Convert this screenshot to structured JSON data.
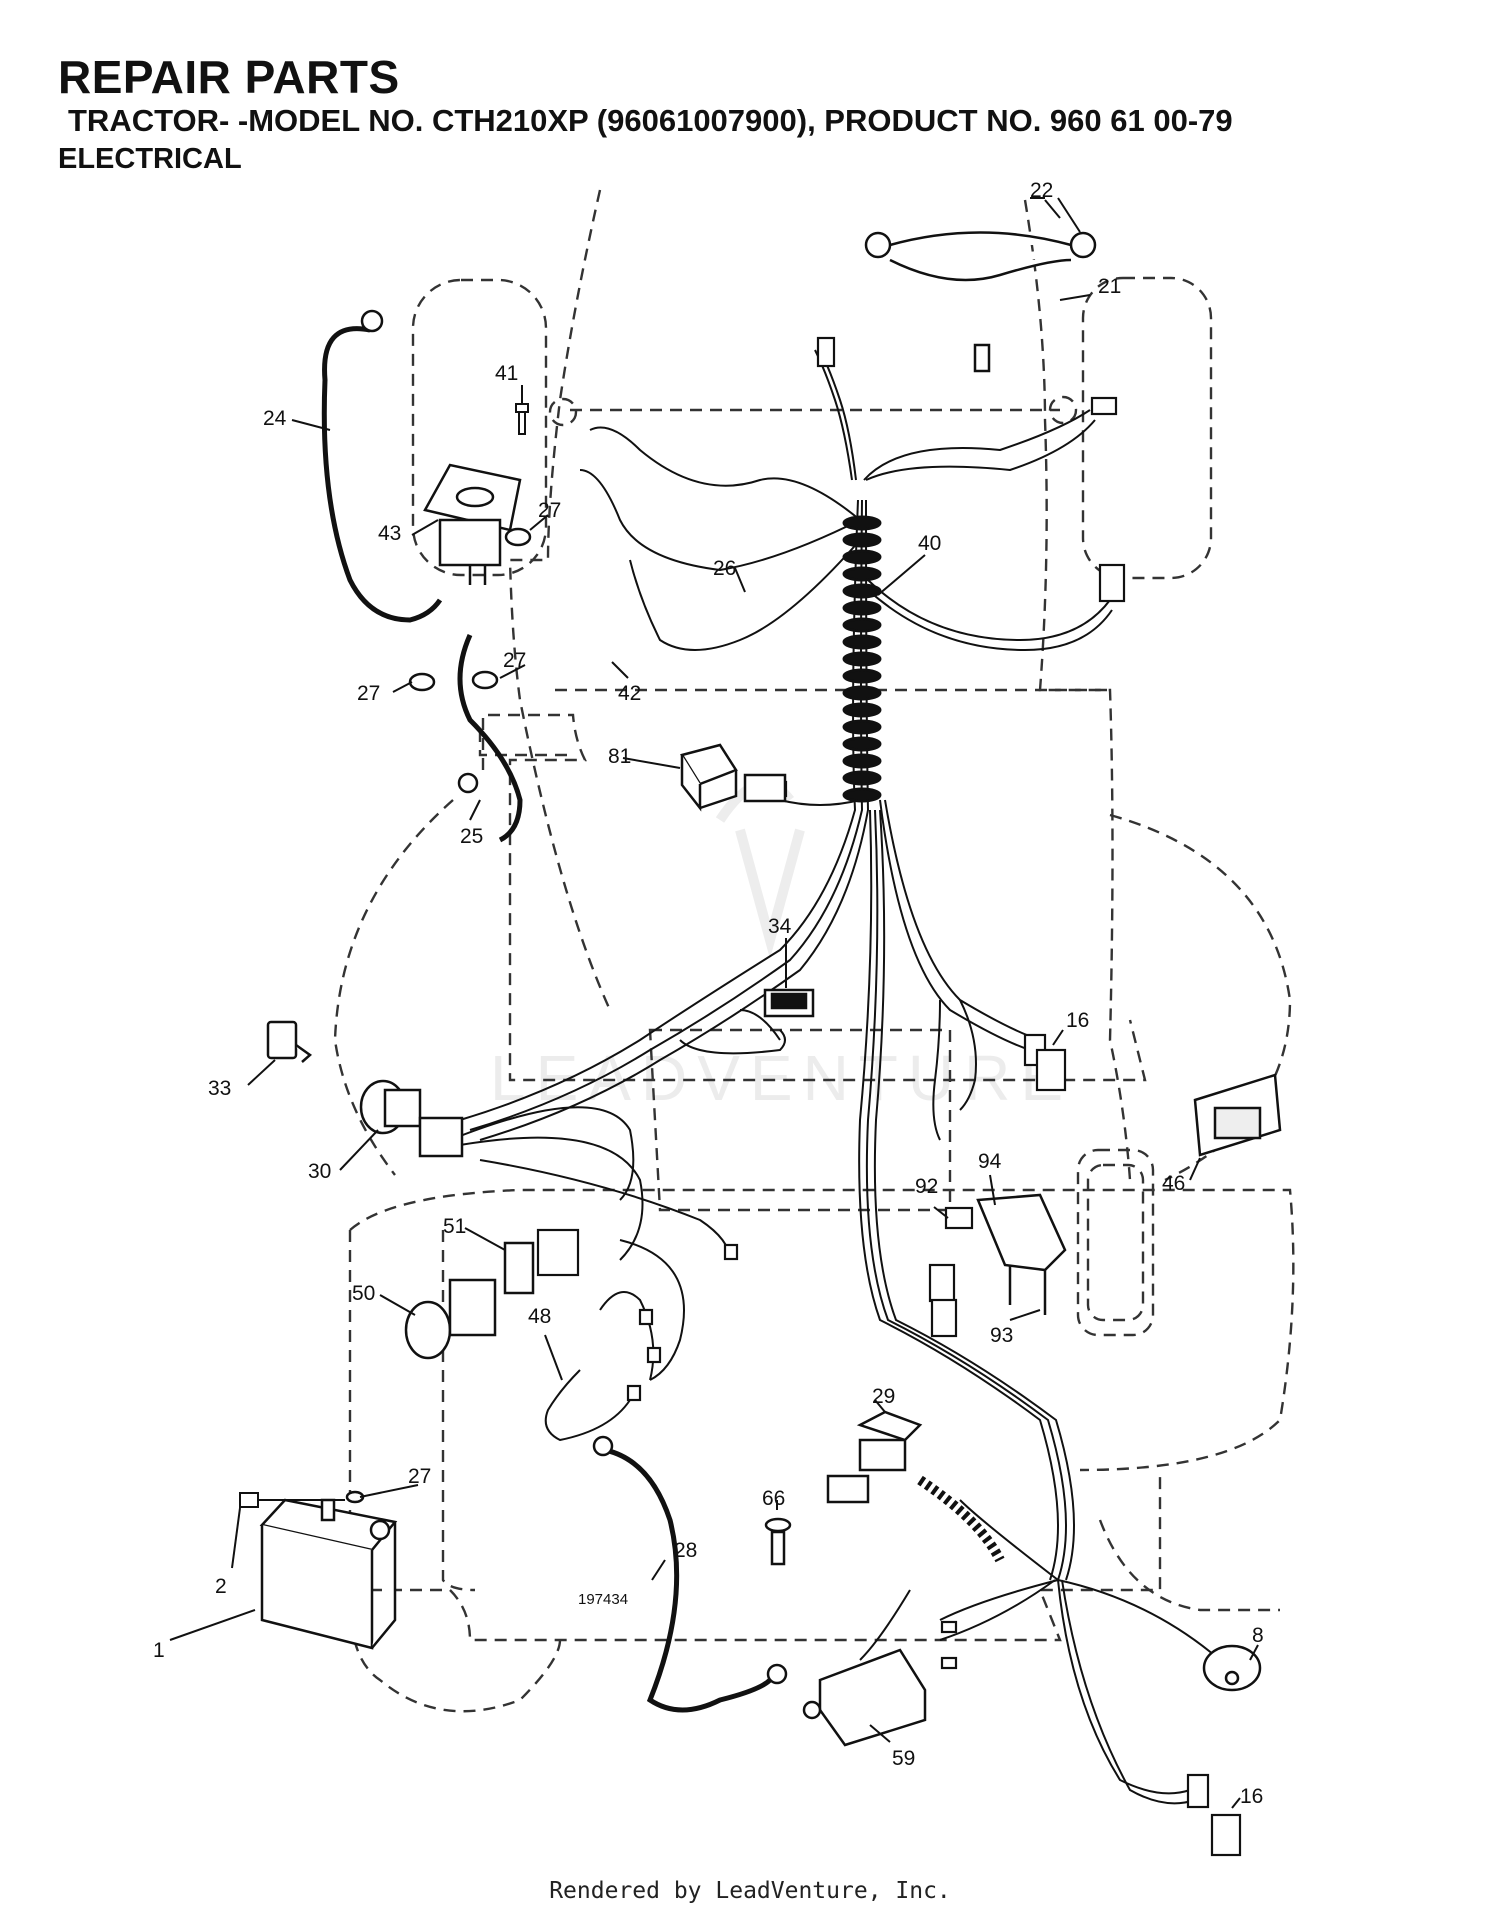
{
  "header": {
    "title": "REPAIR PARTS",
    "subtitle": "TRACTOR- -MODEL NO. CTH210XP (96061007900), PRODUCT NO. 960 61 00-79",
    "section": "ELECTRICAL"
  },
  "diagram": {
    "drawing_number": "197434",
    "watermark": "LEADVENTURE",
    "callouts": {
      "c1": "1",
      "c2": "2",
      "c8": "8",
      "c16a": "16",
      "c16b": "16",
      "c21": "21",
      "c22": "22",
      "c24": "24",
      "c25": "25",
      "c26": "26",
      "c27a": "27",
      "c27b": "27",
      "c27c": "27",
      "c27d": "27",
      "c28": "28",
      "c29": "29",
      "c30": "30",
      "c33": "33",
      "c34": "34",
      "c40": "40",
      "c41": "41",
      "c42": "42",
      "c43": "43",
      "c46": "46",
      "c48": "48",
      "c50": "50",
      "c51": "51",
      "c59": "59",
      "c66": "66",
      "c81": "81",
      "c92": "92",
      "c93": "93",
      "c94": "94"
    }
  },
  "footer": {
    "text": "Rendered by LeadVenture, Inc."
  },
  "colors": {
    "ink": "#111111",
    "dash": "#333333",
    "watermark": "#ececec"
  }
}
